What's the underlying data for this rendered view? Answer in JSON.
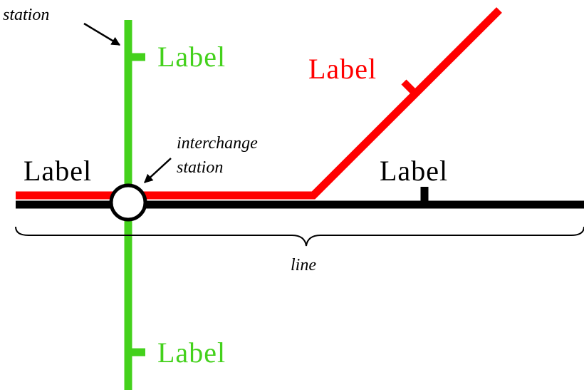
{
  "colors": {
    "green_line": "#44d11c",
    "red_line": "#ff0000",
    "black_line": "#000000",
    "background": "#ffffff"
  },
  "annotations": {
    "station": "station",
    "interchange_line1": "interchange",
    "interchange_line2": "station",
    "line": "line"
  },
  "station_labels": {
    "green_top": "Label",
    "green_bottom": "Label",
    "red": "Label",
    "black_left": "Label",
    "black_right": "Label"
  }
}
